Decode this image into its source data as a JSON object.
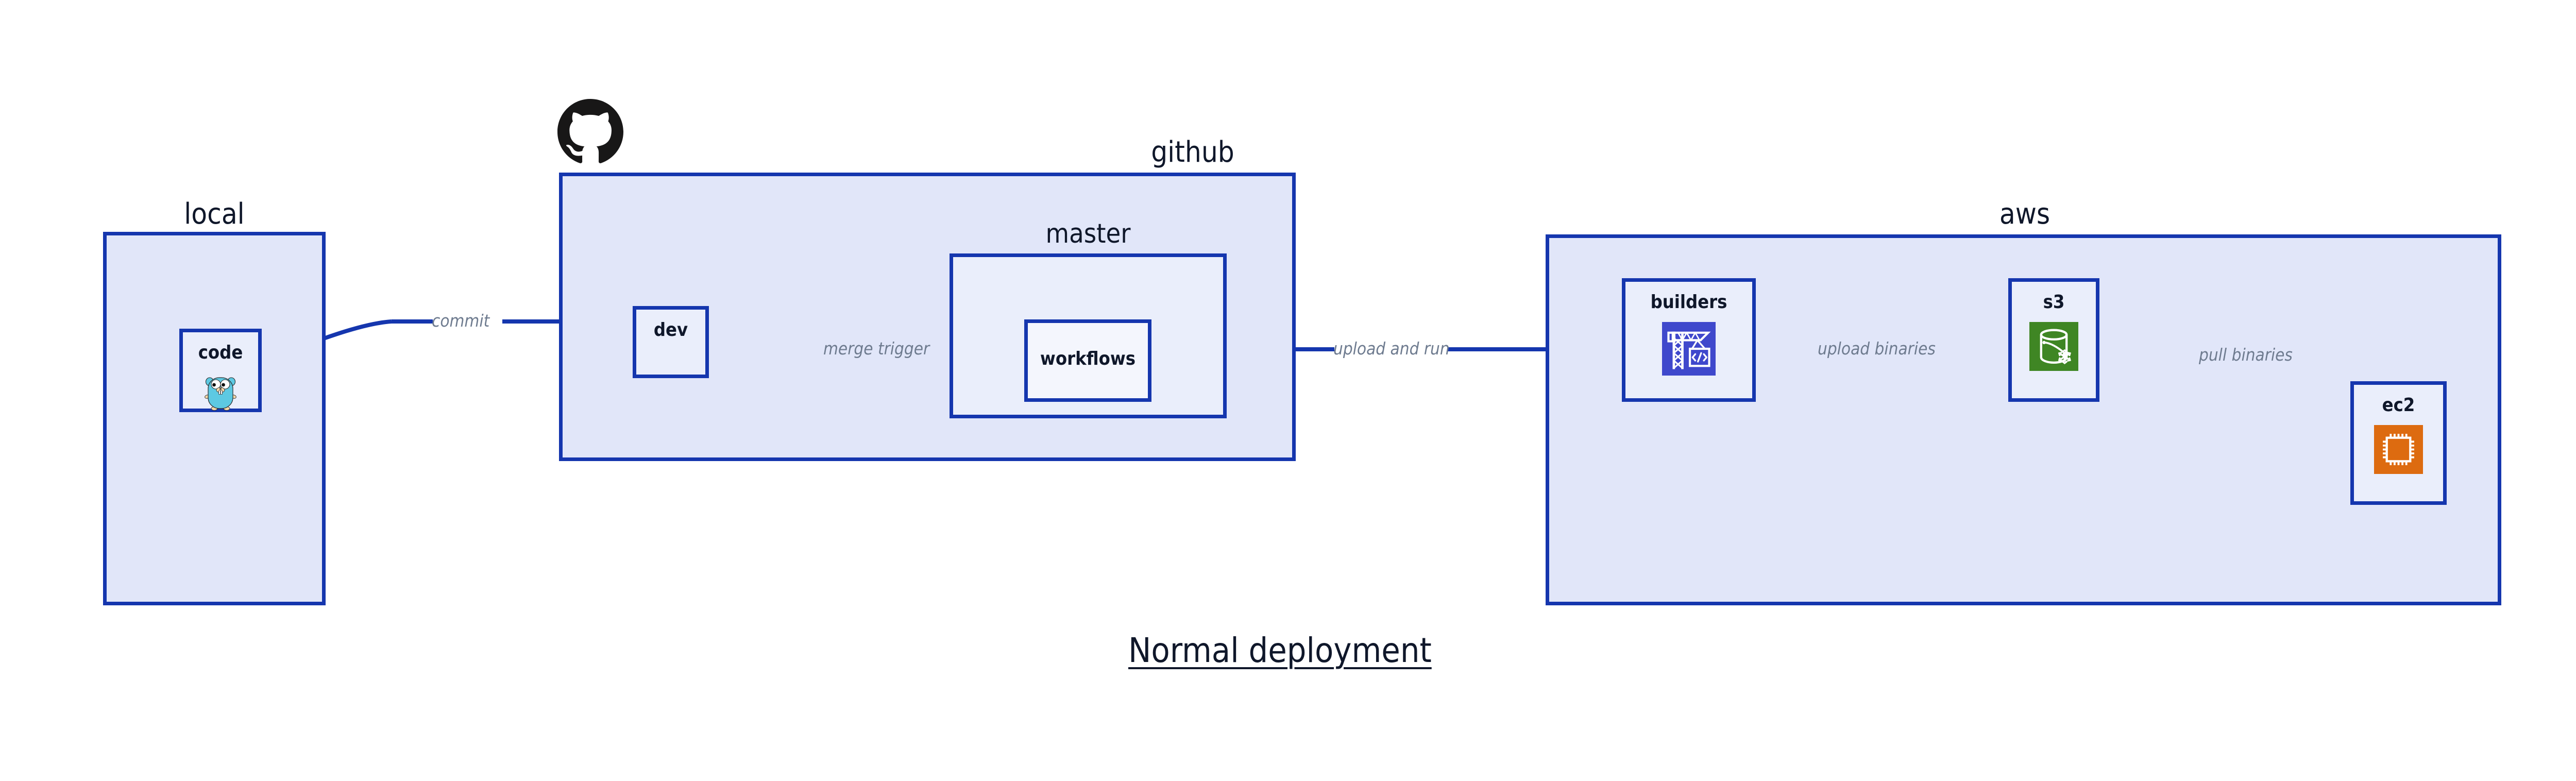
{
  "diagram": {
    "caption": "Normal deployment",
    "colors": {
      "zone_fill": "#E1E6F9",
      "node_fill": "#EAEEFB",
      "stroke": "#1536AE",
      "arrow": "#1536AE",
      "label_text": "#6E7B8F",
      "title_text": "#0F172A",
      "codebuild_purple": "#3F48CC",
      "s3_green": "#3F8624",
      "ec2_orange": "#DD6B10",
      "gopher_cyan": "#5DC9E2",
      "github_black": "#181717"
    }
  },
  "zones": [
    {
      "id": "local",
      "label": "local"
    },
    {
      "id": "github",
      "label": "github"
    },
    {
      "id": "master",
      "label": "master"
    },
    {
      "id": "aws",
      "label": "aws"
    }
  ],
  "nodes": [
    {
      "id": "code",
      "label": "code",
      "icon": "go-gopher-icon"
    },
    {
      "id": "dev",
      "label": "dev",
      "icon": "none"
    },
    {
      "id": "workflows",
      "label": "workflows",
      "icon": "none"
    },
    {
      "id": "builders",
      "label": "builders",
      "icon": "aws-codebuild-icon"
    },
    {
      "id": "s3",
      "label": "s3",
      "icon": "aws-s3-glacier-icon"
    },
    {
      "id": "ec2",
      "label": "ec2",
      "icon": "aws-ec2-icon"
    }
  ],
  "edges": [
    {
      "id": "commit",
      "label": "commit",
      "from": "code",
      "to": "dev"
    },
    {
      "id": "merge-trigger",
      "label": "merge trigger",
      "from": "dev",
      "to": "workflows"
    },
    {
      "id": "upload-and-run",
      "label": "upload and run",
      "from": "workflows",
      "to": "builders"
    },
    {
      "id": "upload-binaries",
      "label": "upload binaries",
      "from": "builders",
      "to": "s3"
    },
    {
      "id": "pull-binaries",
      "label": "pull binaries",
      "from": "s3",
      "to": "ec2"
    }
  ],
  "logos": [
    {
      "id": "github-logo",
      "name": "github-octocat-icon"
    }
  ]
}
